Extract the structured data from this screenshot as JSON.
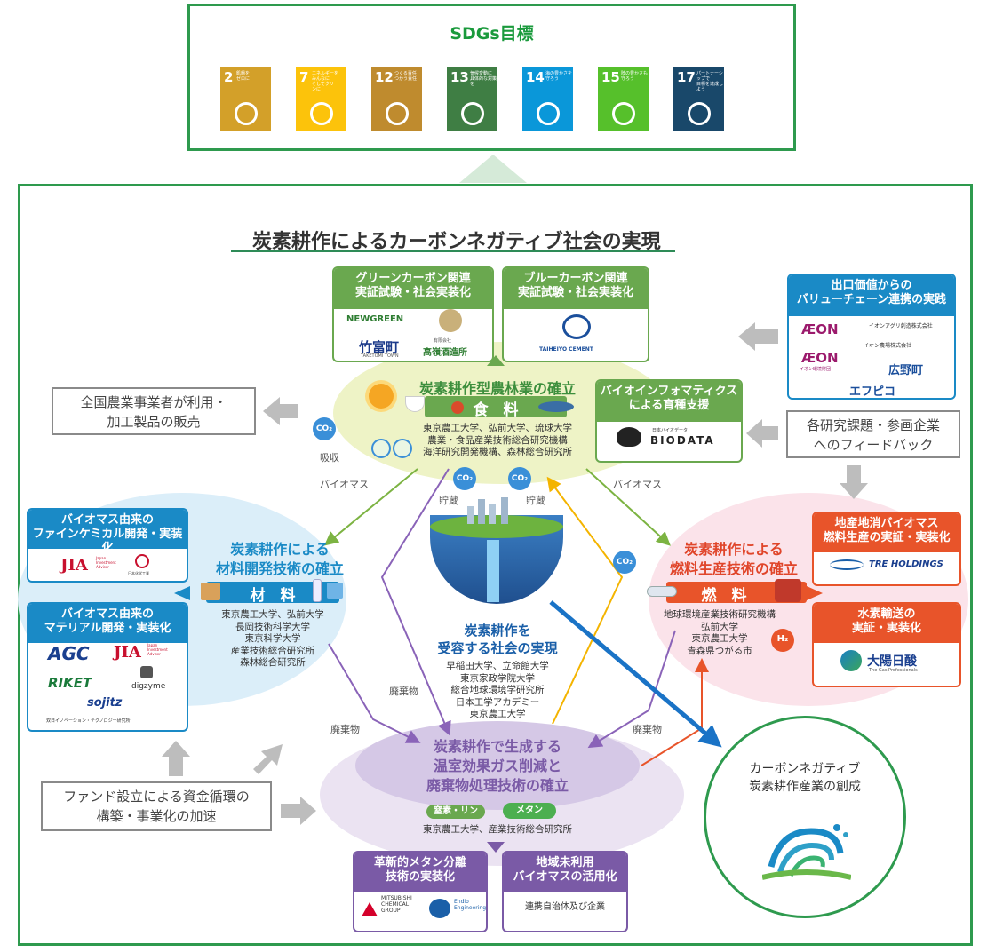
{
  "sdg": {
    "title": "SDGs目標",
    "goals": [
      {
        "num": "2",
        "text": "飢餓を\nゼロに",
        "color": "#d3a029"
      },
      {
        "num": "7",
        "text": "エネルギーをみんなに\nそしてクリーンに",
        "color": "#fcc30b"
      },
      {
        "num": "12",
        "text": "つくる責任\nつかう責任",
        "color": "#bf8b2e"
      },
      {
        "num": "13",
        "text": "気候変動に\n具体的な対策を",
        "color": "#3f7e44"
      },
      {
        "num": "14",
        "text": "海の豊かさを\n守ろう",
        "color": "#0a97d9"
      },
      {
        "num": "15",
        "text": "陸の豊かさも\n守ろう",
        "color": "#56c02b"
      },
      {
        "num": "17",
        "text": "パートナーシップで\n目標を達成しよう",
        "color": "#19486a"
      }
    ]
  },
  "main_title": "炭素耕作によるカーボンネガティブ社会の実現",
  "green_carbon": {
    "header": "グリーンカーボン関連\n実証試験・社会実装化",
    "logos": [
      "NEWGREEN",
      "竹富町",
      "TAKETOMI TOWN",
      "有限会社",
      "高嶺酒造所"
    ]
  },
  "blue_carbon": {
    "header": "ブルーカーボン関連\n実証試験・社会実装化",
    "logos": [
      "TAIHEIYO CEMENT"
    ]
  },
  "value_chain": {
    "header": "出口価値からの\nバリューチェーン連携の実践",
    "logos": [
      "ÆON",
      "イオンアグリ創造株式会社",
      "ÆON",
      "イオン環境財団",
      "イオン農場株式会社",
      "広野町",
      "エフピコ"
    ]
  },
  "bio_info": {
    "header": "バイオインフォマティクス\nによる育種支援",
    "logo_small": "日本バイオデータ",
    "logo": "BIODATA"
  },
  "national_box": "全国農業事業者が利用・\n加工製品の販売",
  "feedback_box": "各研究課題・参画企業\nへのフィードバック",
  "agri_circle": {
    "title": "炭素耕作型農林業の確立",
    "band": "食　料",
    "orgs": "東京農工大学、弘前大学、琉球大学\n農業・食品産業技術総合研究機構\n海洋研究開発機構、森林総合研究所"
  },
  "co2_label": "CO₂",
  "h2_label": "H₂",
  "absorb_label": "吸収",
  "storage_label": "貯蔵",
  "biomass_label": "バイオマス",
  "waste_label": "廃棄物",
  "fine_chem": {
    "header": "バイオマス由来の\nファインケミカル開発・実装化",
    "logos": [
      "JIA",
      "Japan Investment Adviser",
      "日本化学工業"
    ]
  },
  "material_dev": {
    "header": "バイオマス由来の\nマテリアル開発・実装化",
    "logos": [
      "AGC",
      "JIA",
      "Japan Investment Adviser",
      "RIKET",
      "digzyme",
      "sojitz",
      "双日イノベーション・テクノロジー研究所"
    ]
  },
  "material_circle": {
    "title": "炭素耕作による\n材料開発技術の確立",
    "band": "材　料",
    "orgs": "東京農工大学、弘前大学\n長岡技術科学大学\n東京科学大学\n産業技術総合研究所\n森林総合研究所"
  },
  "center": {
    "title": "炭素耕作を\n受容する社会の実現",
    "orgs": "早稲田大学、立命館大学\n東京家政学院大学\n総合地球環境学研究所\n日本工学アカデミー\n東京農工大学"
  },
  "fuel_circle": {
    "title": "炭素耕作による\n燃料生産技術の確立",
    "band": "燃　料",
    "orgs": "地球環境産業技術研究機構\n弘前大学\n東京農工大学\n青森県つがる市"
  },
  "local_fuel": {
    "header": "地産地消バイオマス\n燃料生産の実証・実装化",
    "logos": [
      "TRE HOLDINGS"
    ]
  },
  "hydrogen": {
    "header": "水素輸送の\n実証・実装化",
    "logos": [
      "大陽日酸",
      "The Gas Professionals"
    ]
  },
  "waste_circle": {
    "title": "炭素耕作で生成する\n温室効果ガス削減と\n廃棄物処理技術の確立",
    "tag1": "窒素・リン",
    "tag2": "メタン",
    "orgs": "東京農工大学、産業技術総合研究所"
  },
  "methane": {
    "header": "革新的メタン分離\n技術の実装化",
    "logos": [
      "MITSUBISHI\nCHEMICAL\nGROUP",
      "Endio\nEngineering"
    ]
  },
  "unused_biomass": {
    "header": "地域未利用\nバイオマスの活用化",
    "text": "連携自治体及び企業"
  },
  "fund_box": "ファンド設立による資金循環の\n構築・事業化の加速",
  "goal_circle": {
    "title": "カーボンネガティブ\n炭素耕作産業の創成"
  },
  "colors": {
    "green": "#2e9a4e",
    "accent_blue": "#1a8ac6",
    "purple": "#7a5aa6",
    "red": "#e8542a"
  }
}
